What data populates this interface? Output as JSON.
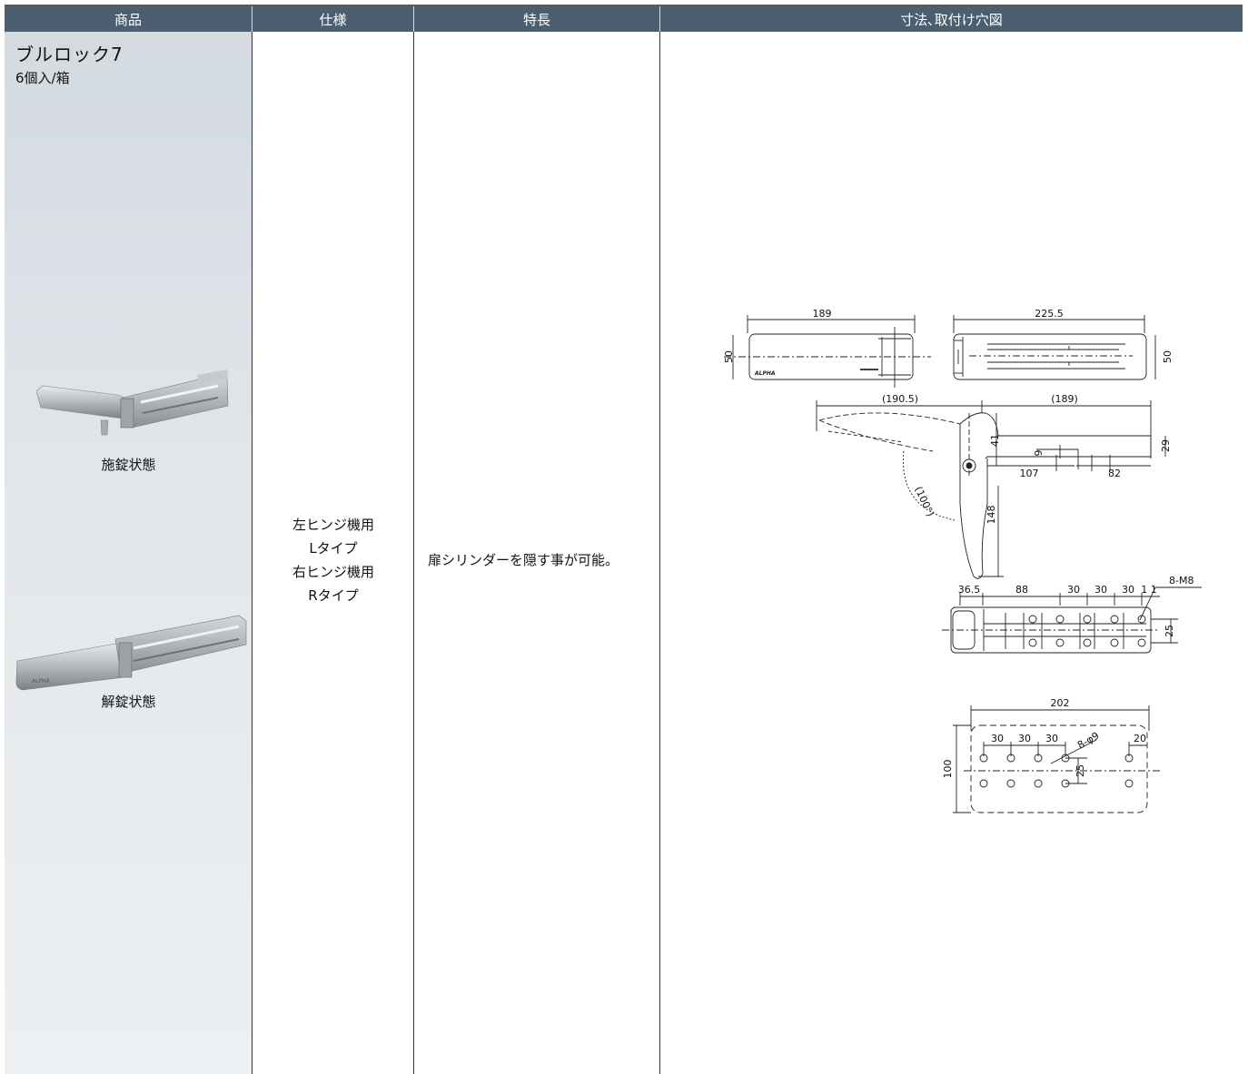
{
  "table": {
    "headers": [
      "商品",
      "仕様",
      "特長",
      "寸法､取付け穴図"
    ]
  },
  "product": {
    "name": "ブルロック7",
    "pack": "6個入/箱",
    "images": [
      {
        "icon": "locked-latch-photo",
        "caption": "施錠状態"
      },
      {
        "icon": "unlocked-latch-photo",
        "caption": "解錠状態"
      }
    ]
  },
  "spec": {
    "lines": [
      "左ヒンジ機用",
      "Lタイプ",
      "右ヒンジ機用",
      "Rタイプ"
    ]
  },
  "feature": {
    "text": "扉シリンダーを隠す事が可能。"
  },
  "drawing": {
    "top_view": {
      "length": "189",
      "height": "50"
    },
    "side_view": {
      "length": "225.5",
      "height": "50",
      "logo": "ALPHA"
    },
    "profile": {
      "left_length": "(190.5)",
      "right_length": "(189)",
      "d41": "41",
      "d29": "29",
      "d9": "9",
      "d107": "107",
      "d82": "82",
      "d148": "148",
      "angle": "(100°)"
    },
    "base": {
      "d36_5": "36.5",
      "d88": "88",
      "d30a": "30",
      "d30b": "30",
      "d30c": "30",
      "d11": "1 1",
      "screw": "8-M8",
      "d25": "25"
    },
    "cutout": {
      "width": "202",
      "height": "100",
      "d30a": "30",
      "d30b": "30",
      "d30c": "30",
      "hole": "8-φ9",
      "d20": "20",
      "d25": "25"
    }
  }
}
